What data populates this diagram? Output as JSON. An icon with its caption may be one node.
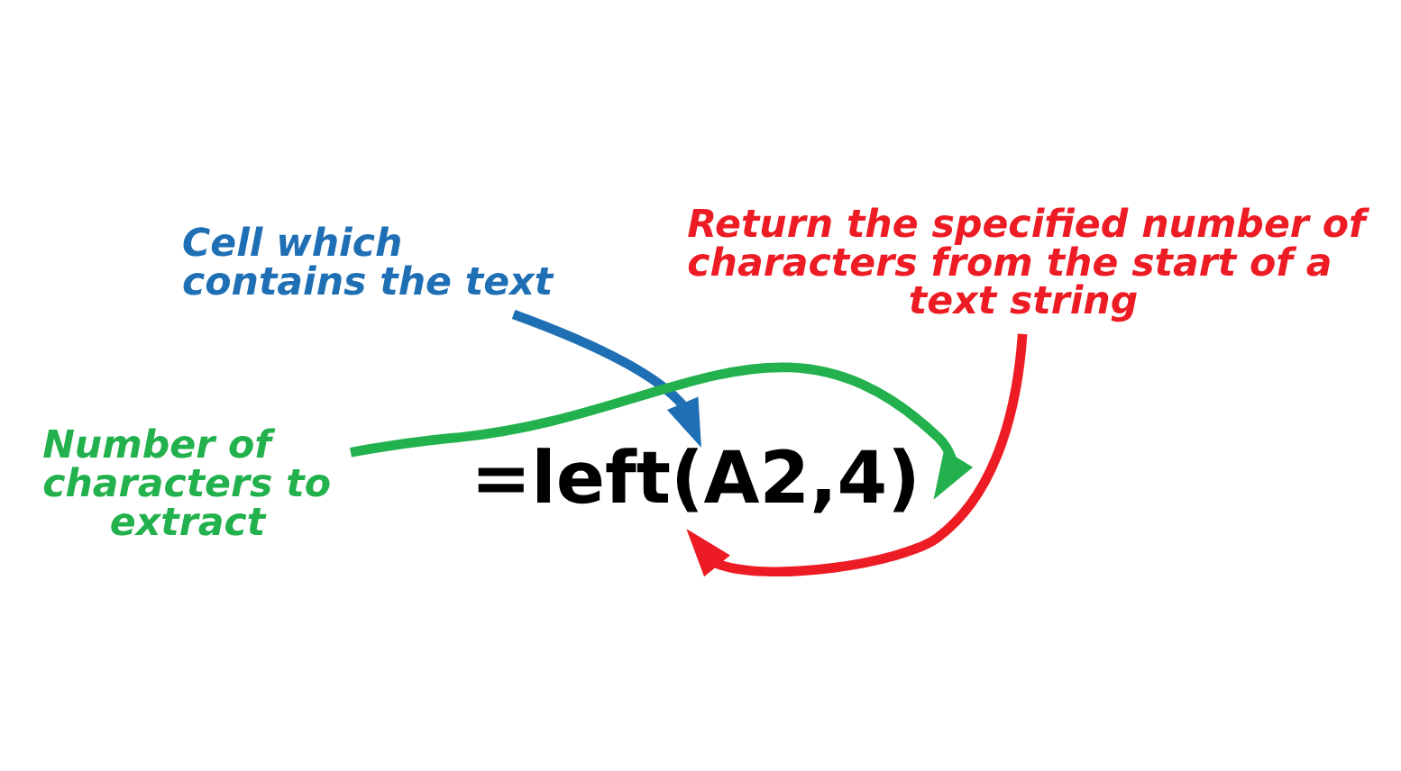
{
  "diagram": {
    "nodes": [
      {
        "text": [
          "Cell which contains the text"
        ]
      },
      {
        "text": [
          "=left(A2,4)"
        ]
      },
      {
        "text": [
          "Number of characters to extract"
        ]
      },
      {
        "text": [
          "Return the specified number of characters from the start of a text string"
        ]
      }
    ],
    "edges": [
      {
        "from": 0,
        "to": 1,
        "arrow": "to",
        "color": "#1f6fb5"
      },
      {
        "from": 2,
        "to": 1,
        "arrow": "to",
        "color": "#22b14c"
      },
      {
        "from": 3,
        "to": 1,
        "arrow": "to",
        "color": "#ed1c24"
      }
    ]
  }
}
